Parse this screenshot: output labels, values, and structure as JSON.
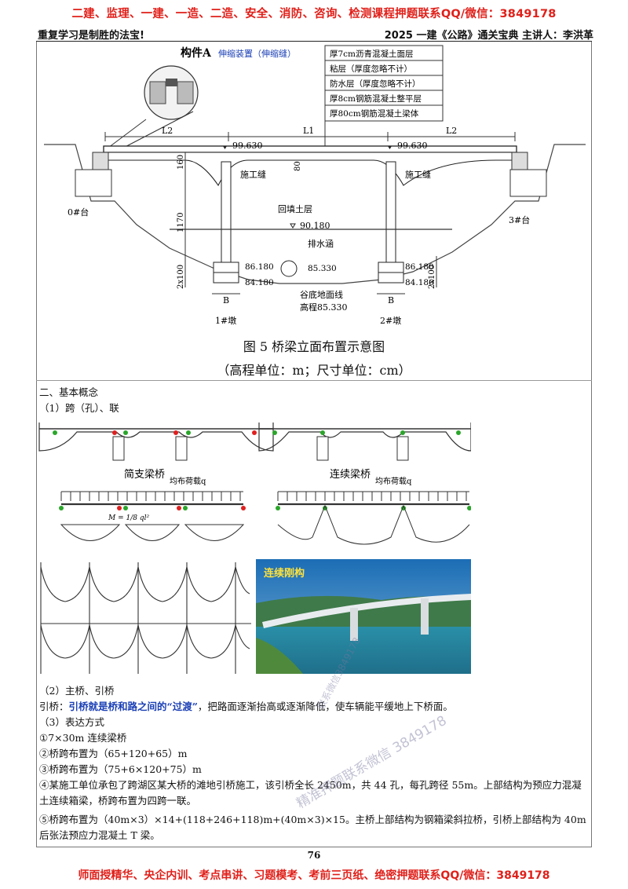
{
  "banner": {
    "top": "二建、监理、一建、一造、二造、安全、消防、咨询、检测课程押题联系QQ/微信：3849178",
    "bottom": "师面授精华、央企内训、考点串讲、习题模考、考前三页纸、绝密押题联系QQ/微信：3849178"
  },
  "header": {
    "left": "重复学习是制胜的法宝!",
    "right": "2025 一建《公路》通关宝典  主讲人：李洪革"
  },
  "figure5": {
    "component_label": "构件A",
    "component_note": "伸缩装置（伸缩缝）",
    "layers": [
      "厚7cm沥青混凝土面层",
      "粘层（厚度忽略不计）",
      "防水层（厚度忽略不计）",
      "厚8cm钢筋混凝土整平层",
      "厚80cm钢筋混凝土梁体"
    ],
    "span_left": "L2",
    "span_mid": "L1",
    "span_right": "L2",
    "elev_deck_left": "99.630",
    "elev_deck_right": "99.630",
    "dim_160": "160",
    "dim_80": "80",
    "dim_1170": "1170",
    "dim_2x100_left": "2x100",
    "dim_2x100_right": "2x100",
    "construction_joint_left": "施工缝",
    "construction_joint_right": "施工缝",
    "backfill": "回填土层",
    "elev_backfill": "90.180",
    "drain": "排水涵",
    "elev_pier_top_left": "86.180",
    "elev_pier_bottom_left": "84.180",
    "elev_valley": "85.330",
    "elev_pier_top_right": "86.180",
    "elev_pier_bottom_right": "84.180",
    "valley_line": "谷底地面线",
    "valley_elev_label": "高程85.330",
    "dim_B_left": "B",
    "dim_B_right": "B",
    "abutment_left": "0#台",
    "abutment_right": "3#台",
    "pier1": "1#墩",
    "pier2": "2#墩",
    "caption": "图 5   桥梁立面布置示意图",
    "units": "（高程单位：m；尺寸单位：cm）"
  },
  "section2": {
    "heading": "二、基本概念",
    "sub1": "（1）跨（孔）、联",
    "simple_beam": "简支梁桥",
    "continuous_beam": "连续梁桥",
    "uniform_load_left": "均布荷载q",
    "uniform_load_right": "均布荷载q",
    "moment_formula": "M = 1/8 ql²",
    "rigid_frame_title": "连续刚构",
    "sub2": "（2）主桥、引桥",
    "approach_lead": "引桥：",
    "approach_blue": "引桥就是桥和路之间的“过渡”",
    "approach_rest": "，把路面逐渐抬高或逐渐降低，使车辆能平缓地上下桥面。",
    "sub3": "（3）表达方式",
    "items": [
      "①7×30m 连续梁桥",
      "②桥跨布置为（65+120+65）m",
      "③桥跨布置为（75+6×120+75）m",
      "④某施工单位承包了跨湖区某大桥的滩地引桥施工，该引桥全长 2450m，共 44 孔，每孔跨径 55m。上部结构为预应力混凝土连续箱梁，桥跨布置为四跨一联。",
      "⑤桥跨布置为（40m×3）×14+(118+246+118)m+(40m×3)×15。主桥上部结构为钢箱梁斜拉桥，引桥上部结构为 40m 后张法预应力混凝土 T 梁。"
    ]
  },
  "watermark": {
    "w1": "联系微信3849178",
    "w2": "精准押题联系微信 3849178"
  },
  "page_number": "76"
}
